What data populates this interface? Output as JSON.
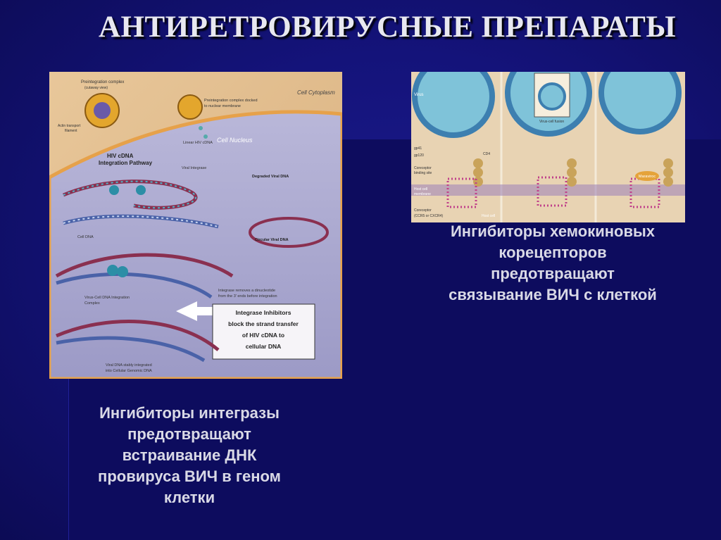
{
  "title": "АНТИРЕТРОВИРУСНЫЕ ПРЕПАРАТЫ",
  "colors": {
    "background": "#14137a",
    "title_text": "#e8e8f0",
    "caption_text": "#d9d9e6"
  },
  "left_figure": {
    "labels": {
      "preintegration_complex": "Preintegration complex",
      "cutaway": "(cutaway view)",
      "docked": "Preintegration complex docked",
      "to_membrane": "to nuclear membrane",
      "cytoplasm": "Cell Cytoplasm",
      "nucleus": "Cell Nucleus",
      "actin": "Actin transport",
      "filament": "filament",
      "linear_dna": "Linear HIV cDNA",
      "pathway_1": "HIV cDNA",
      "pathway_2": "Integration Pathway",
      "viral_integrase": "Viral Integrase",
      "degraded": "Degraded Viral DNA",
      "cell_dna": "Cell DNA",
      "circular": "Circular Viral DNA",
      "integration_complex": "Virus-Cell DNA Integration",
      "complex": "Complex",
      "integrase_removes": "Integrase removes a dinucleotide",
      "from_ends": "from the 3' ends before integration",
      "box_1": "Integrase Inhibitors",
      "box_2": "block the strand transfer",
      "box_3": "of HIV cDNA to",
      "box_4": "cellular DNA",
      "stably": "Viral DNA stably integrated",
      "into_genome": "into Cellular Genomic DNA"
    }
  },
  "right_figure": {
    "labels": {
      "virus": "Virus",
      "fusion": "Virus-cell fusion",
      "gp41": "gp41",
      "gp120": "gp120",
      "cd4": "CD4",
      "coreceptor_binding": "Coreceptor",
      "binding_site": "binding site",
      "host_membrane": "Host cell",
      "membrane": "membrane",
      "coreceptor": "Coreceptor",
      "ccr5": "(CCR5 or CXCR4)",
      "host_cell": "Host cell",
      "maraviroc": "Maraviroc"
    }
  },
  "caption_right": [
    "Ингибиторы хемокиновых",
    "корецепторов",
    "предотвращают",
    "связывание ВИЧ с клеткой"
  ],
  "caption_left": [
    "Ингибиторы интегразы",
    "предотвращают",
    "встраивание ДНК",
    "провируса ВИЧ в геном",
    "клетки"
  ]
}
